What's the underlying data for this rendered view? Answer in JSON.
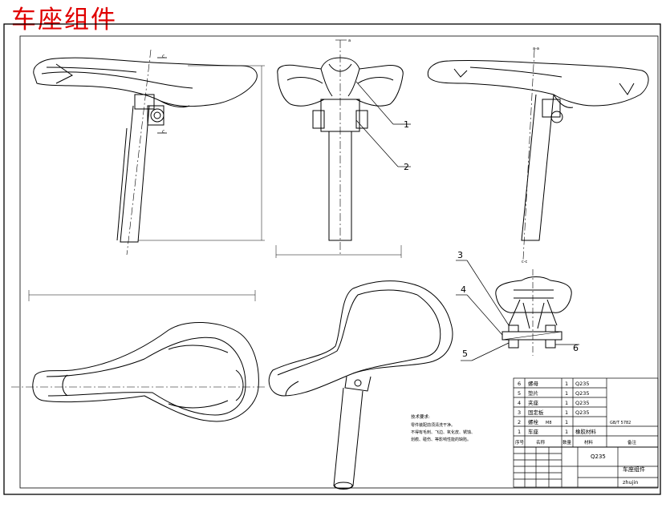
{
  "title": "车座组件",
  "colors": {
    "title": "#e00000",
    "line": "#000000",
    "paper": "#ffffff"
  },
  "callouts": [
    "1",
    "2",
    "3",
    "4",
    "5",
    "6"
  ],
  "section_marks": {
    "c_top": "c",
    "c_bottom": "c",
    "a_label": "a",
    "view_aa": "a-a",
    "view_cc": "c-c"
  },
  "notes": [
    "技术要求:",
    "零件装配前须清洗干净。",
    "不得有毛刺、飞边、氧化皮、锈蚀、",
    "划痕、碰伤、等影响性能的缺陷。"
  ],
  "bom": {
    "rows": [
      {
        "no": "6",
        "name": "螺母",
        "qty": "1",
        "material": "Q235",
        "note": ""
      },
      {
        "no": "5",
        "name": "垫片",
        "qty": "1",
        "material": "Q235",
        "note": ""
      },
      {
        "no": "4",
        "name": "夹座",
        "qty": "1",
        "material": "Q235",
        "note": ""
      },
      {
        "no": "3",
        "name": "固定板",
        "qty": "1",
        "material": "Q235",
        "note": ""
      },
      {
        "no": "2",
        "name": "螺栓",
        "spec": "M8",
        "qty": "1",
        "material": "",
        "note": "GB/T 5782"
      },
      {
        "no": "1",
        "name": "车座",
        "qty": "1",
        "material": "橡胶材料",
        "note": ""
      }
    ],
    "header": [
      "序号",
      "名称",
      "数量",
      "材料",
      "备注"
    ]
  },
  "title_block": {
    "material": "Q235",
    "drawing_name": "车座组件",
    "company": "zhujin"
  }
}
